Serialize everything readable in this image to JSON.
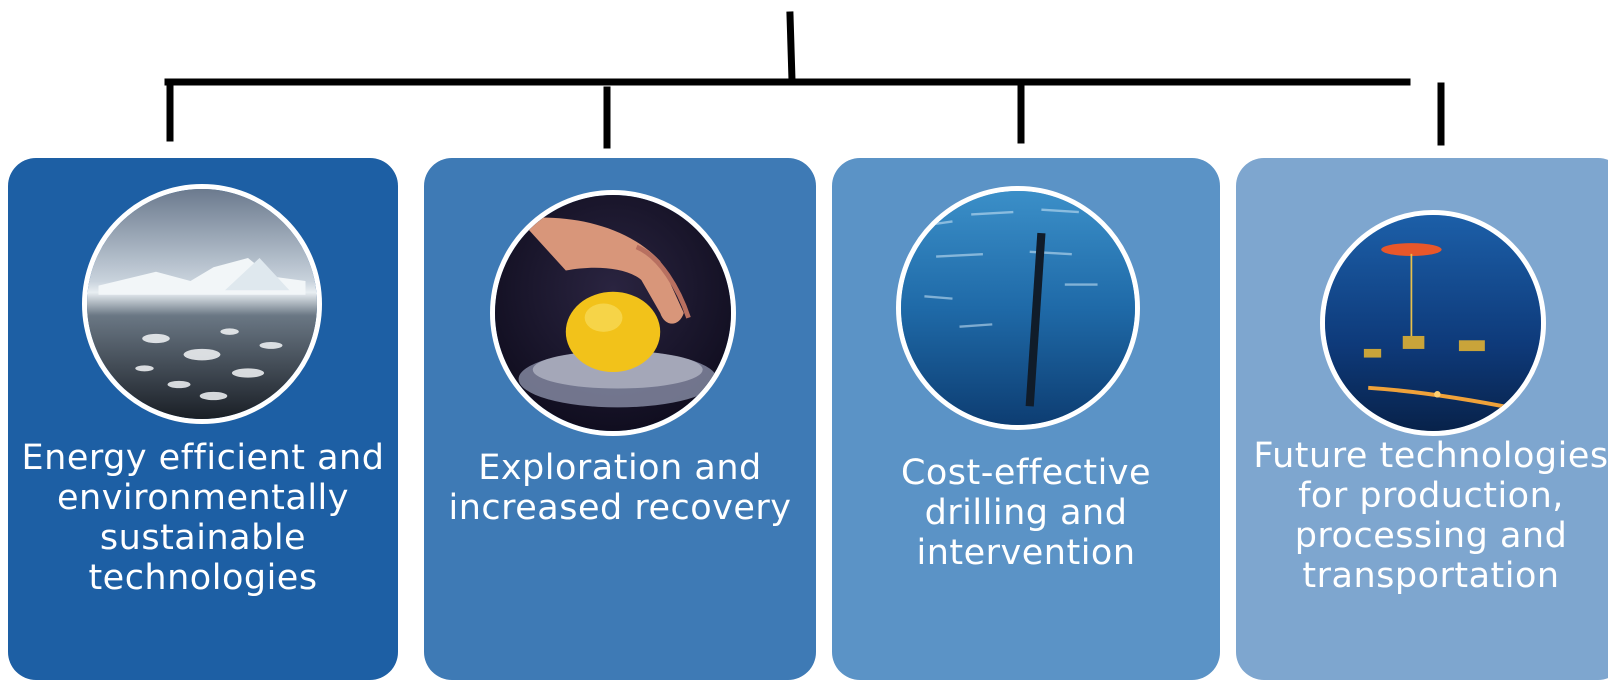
{
  "colors": {
    "card_1": "#1d5fa4",
    "card_2": "#3e7ab5",
    "card_3": "#5b93c6",
    "card_4": "#7ea6cf",
    "connector": "#000000"
  },
  "cards": [
    {
      "label": "Energy efficient and environmentally sustainable technologies",
      "image": "arctic-ice-photo"
    },
    {
      "label": "Exploration and increased recovery",
      "image": "lemon-squeezer-photo"
    },
    {
      "label": "Cost-effective drilling and intervention",
      "image": "underwater-drill-photo"
    },
    {
      "label": "Future technologies for production, processing and transportation",
      "image": "subsea-production-photo"
    }
  ]
}
